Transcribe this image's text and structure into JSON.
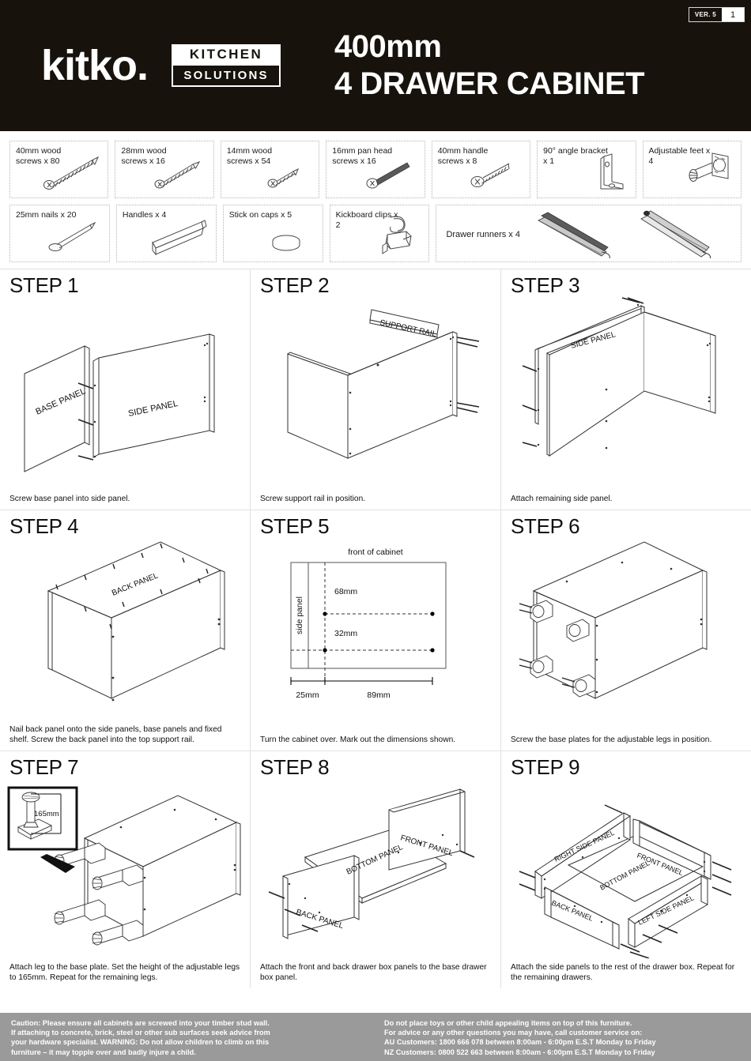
{
  "header": {
    "brand_word": "kitko.",
    "brand_tag_line1": "KITCHEN",
    "brand_tag_line2": "SOLUTIONS",
    "title_line1": "400mm",
    "title_line2": "4 DRAWER CABINET",
    "version_label": "VER. 5",
    "page_number": "1",
    "background_color": "#17130c"
  },
  "parts": {
    "row1": [
      {
        "label": "40mm wood screws x 80",
        "icon": "wood-screw-long-icon"
      },
      {
        "label": "28mm wood screws x 16",
        "icon": "wood-screw-medium-icon"
      },
      {
        "label": "14mm wood screws x 54",
        "icon": "wood-screw-short-icon"
      },
      {
        "label": "16mm pan head screws x 16",
        "icon": "pan-head-screw-icon"
      },
      {
        "label": "40mm handle screws x 8",
        "icon": "handle-screw-icon"
      },
      {
        "label": "90° angle bracket x 1",
        "icon": "angle-bracket-icon"
      },
      {
        "label": "Adjustable feet x 4",
        "icon": "adjustable-foot-icon"
      }
    ],
    "row2": [
      {
        "label": "25mm nails x 20",
        "icon": "nail-icon"
      },
      {
        "label": "Handles x 4",
        "icon": "handle-bar-icon"
      },
      {
        "label": "Stick on caps x 5",
        "icon": "stick-on-cap-icon"
      },
      {
        "label": "Kickboard clips x 2",
        "icon": "kickboard-clip-icon"
      },
      {
        "label": "Drawer runners x 4",
        "icon": "drawer-runner-icon"
      }
    ]
  },
  "steps": [
    {
      "title": "STEP 1",
      "caption": "Screw base panel into side panel.",
      "labels": [
        "BASE PANEL",
        "SIDE PANEL"
      ]
    },
    {
      "title": "STEP 2",
      "caption": "Screw support rail in position.",
      "labels": [
        "SUPPORT RAIL"
      ]
    },
    {
      "title": "STEP 3",
      "caption": "Attach remaining side panel.",
      "labels": [
        "SIDE PANEL"
      ]
    },
    {
      "title": "STEP 4",
      "caption": "Nail back panel onto the side panels, base panels and fixed shelf. Screw the back panel into the top support rail.",
      "labels": [
        "BACK PANEL"
      ]
    },
    {
      "title": "STEP 5",
      "caption": "Turn the cabinet over. Mark out the dimensions shown.",
      "diagram": {
        "top_label": "front of cabinet",
        "side_label": "side panel",
        "dim_68": "68mm",
        "dim_32": "32mm",
        "dim_25": "25mm",
        "dim_89": "89mm"
      }
    },
    {
      "title": "STEP 6",
      "caption": "Screw the base plates for the adjustable legs in position.",
      "labels": []
    },
    {
      "title": "STEP 7",
      "caption": "Attach leg to the base plate. Set the height of the adjustable legs to 165mm. Repeat for the remaining legs.",
      "inset_dimension": "165mm",
      "labels": []
    },
    {
      "title": "STEP 8",
      "caption": "Attach the front and back drawer box panels to the base drawer box panel.",
      "labels": [
        "FRONT PANEL",
        "BOTTOM PANEL",
        "BACK PANEL"
      ]
    },
    {
      "title": "STEP 9",
      "caption": "Attach the side panels to the rest of the drawer box. Repeat for the remaining drawers.",
      "labels": [
        "RIGHT SIDE PANEL",
        "FRONT PANEL",
        "BOTTOM PANEL",
        "BACK PANEL",
        "LEFT SIDE PANEL"
      ]
    }
  ],
  "footer": {
    "background_color": "#9a9a9a",
    "left_lines": [
      "Caution: Please ensure all cabinets are screwed into your timber stud wall.",
      "If attaching to concrete, brick, steel or other sub surfaces seek advice from",
      "your hardware specialist. WARNING: Do not allow children to climb on this",
      "furniture – it may topple over and badly injure a child."
    ],
    "right_lines": [
      "Do not place toys or other child appealing items on top of this furniture.",
      "For advice or any other questions you may have, call customer service on:",
      "AU Customers: 1800 666 078 between 8:00am - 6:00pm E.S.T Monday to Friday",
      "NZ Customers: 0800 522 663 between 8:00am - 6:00pm E.S.T Monday to Friday"
    ]
  }
}
